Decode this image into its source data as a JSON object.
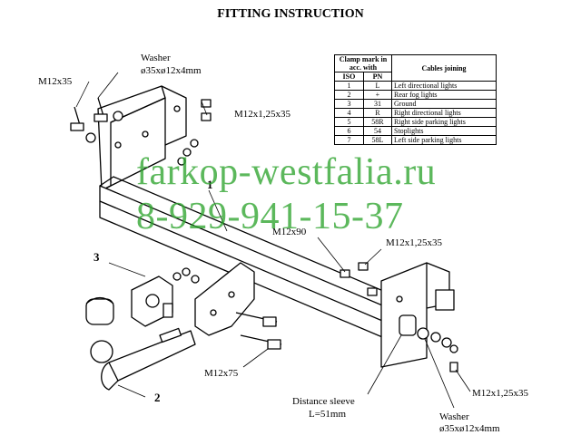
{
  "title": "FITTING INSTRUCTION",
  "labels": {
    "m12x35": "M12x35",
    "washer_top": "Washer",
    "washer_top_size": "ø35xø12x4mm",
    "m12x125x35_top": "M12x1,25x35",
    "m12x90": "M12x90",
    "m12x125x35_mid": "M12x1,25x35",
    "m12x75": "M12x75",
    "distance_sleeve": "Distance sleeve",
    "distance_sleeve_l": "L=51mm",
    "m12x125x35_bottom": "M12x1,25x35",
    "washer_bottom": "Washer",
    "washer_bottom_size": "ø35xø12x4mm",
    "part_1": "1",
    "part_2": "2",
    "part_3": "3"
  },
  "watermark": {
    "site": "farkop-westfalia.ru",
    "phone": "8-929-941-15-37",
    "color": "#2fa52f"
  },
  "clamp_table": {
    "header_clamp": "Clamp mark in acc. with",
    "header_cables": "Cables joining",
    "header_iso": "ISO",
    "header_pn": "PN",
    "rows": [
      {
        "iso": "1",
        "pn": "L",
        "cable": "Left directional lights"
      },
      {
        "iso": "2",
        "pn": "+",
        "cable": "Rear fog lights"
      },
      {
        "iso": "3",
        "pn": "31",
        "cable": "Ground"
      },
      {
        "iso": "4",
        "pn": "R",
        "cable": "Right directional lights"
      },
      {
        "iso": "5",
        "pn": "58R",
        "cable": "Right side parking lights"
      },
      {
        "iso": "6",
        "pn": "54",
        "cable": "Stoplights"
      },
      {
        "iso": "7",
        "pn": "58L",
        "cable": "Left side parking lights"
      }
    ]
  }
}
